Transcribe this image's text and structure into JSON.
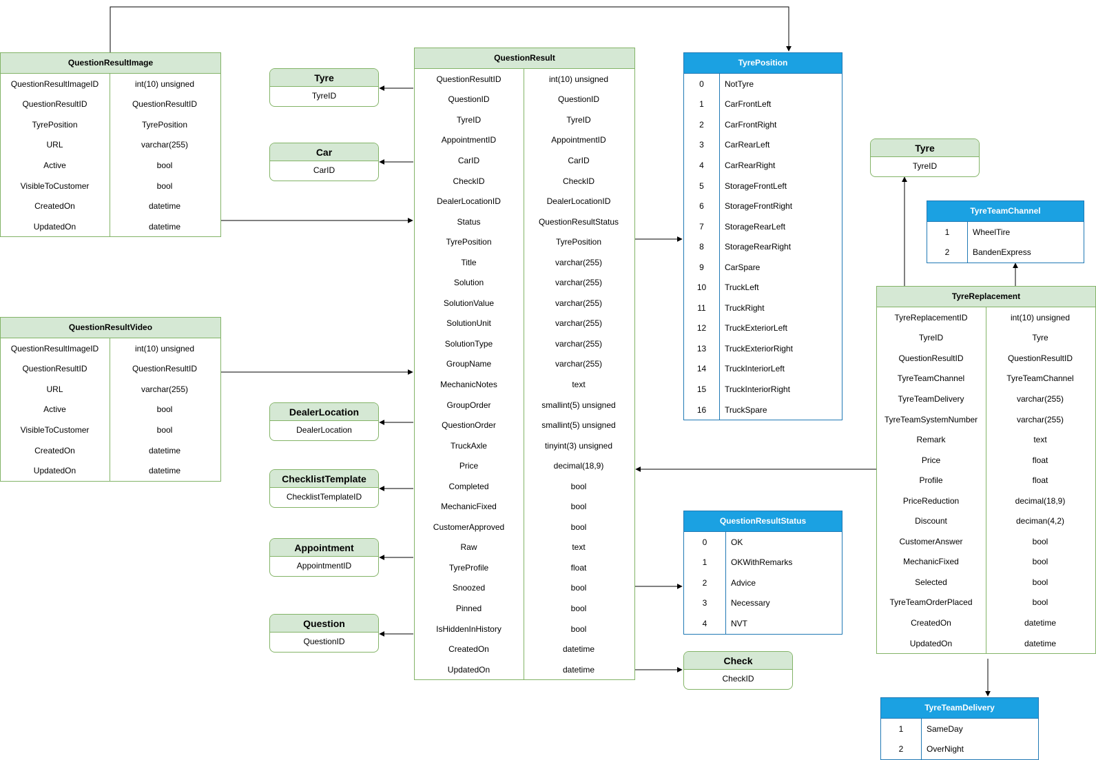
{
  "entities": {
    "question_result_image": {
      "title": "QuestionResultImage",
      "rows": [
        [
          "QuestionResultImageID",
          "int(10) unsigned"
        ],
        [
          "QuestionResultID",
          "QuestionResultID"
        ],
        [
          "TyrePosition",
          "TyrePosition"
        ],
        [
          "URL",
          "varchar(255)"
        ],
        [
          "Active",
          "bool"
        ],
        [
          "VisibleToCustomer",
          "bool"
        ],
        [
          "CreatedOn",
          "datetime"
        ],
        [
          "UpdatedOn",
          "datetime"
        ]
      ]
    },
    "question_result_video": {
      "title": "QuestionResultVideo",
      "rows": [
        [
          "QuestionResultImageID",
          "int(10) unsigned"
        ],
        [
          "QuestionResultID",
          "QuestionResultID"
        ],
        [
          "URL",
          "varchar(255)"
        ],
        [
          "Active",
          "bool"
        ],
        [
          "VisibleToCustomer",
          "bool"
        ],
        [
          "CreatedOn",
          "datetime"
        ],
        [
          "UpdatedOn",
          "datetime"
        ]
      ]
    },
    "question_result": {
      "title": "QuestionResult",
      "rows": [
        [
          "QuestionResultID",
          "int(10) unsigned"
        ],
        [
          "QuestionID",
          "QuestionID"
        ],
        [
          "TyreID",
          "TyreID"
        ],
        [
          "AppointmentID",
          "AppointmentID"
        ],
        [
          "CarID",
          "CarID"
        ],
        [
          "CheckID",
          "CheckID"
        ],
        [
          "DealerLocationID",
          "DealerLocationID"
        ],
        [
          "Status",
          "QuestionResultStatus"
        ],
        [
          "TyrePosition",
          "TyrePosition"
        ],
        [
          "Title",
          "varchar(255)"
        ],
        [
          "Solution",
          "varchar(255)"
        ],
        [
          "SolutionValue",
          "varchar(255)"
        ],
        [
          "SolutionUnit",
          "varchar(255)"
        ],
        [
          "SolutionType",
          "varchar(255)"
        ],
        [
          "GroupName",
          "varchar(255)"
        ],
        [
          "MechanicNotes",
          "text"
        ],
        [
          "GroupOrder",
          "smallint(5) unsigned"
        ],
        [
          "QuestionOrder",
          "smallint(5) unsigned"
        ],
        [
          "TruckAxle",
          "tinyint(3) unsigned"
        ],
        [
          "Price",
          "decimal(18,9)"
        ],
        [
          "Completed",
          "bool"
        ],
        [
          "MechanicFixed",
          "bool"
        ],
        [
          "CustomerApproved",
          "bool"
        ],
        [
          "Raw",
          "text"
        ],
        [
          "TyreProfile",
          "float"
        ],
        [
          "Snoozed",
          "bool"
        ],
        [
          "Pinned",
          "bool"
        ],
        [
          "IsHiddenInHistory",
          "bool"
        ],
        [
          "CreatedOn",
          "datetime"
        ],
        [
          "UpdatedOn",
          "datetime"
        ]
      ]
    },
    "tyre_replacement": {
      "title": "TyreReplacement",
      "rows": [
        [
          "TyreReplacementID",
          "int(10) unsigned"
        ],
        [
          "TyreID",
          "Tyre"
        ],
        [
          "QuestionResultID",
          "QuestionResultID"
        ],
        [
          "TyreTeamChannel",
          "TyreTeamChannel"
        ],
        [
          "TyreTeamDelivery",
          "varchar(255)"
        ],
        [
          "TyreTeamSystemNumber",
          "varchar(255)"
        ],
        [
          "Remark",
          "text"
        ],
        [
          "Price",
          "float"
        ],
        [
          "Profile",
          "float"
        ],
        [
          "PriceReduction",
          "decimal(18,9)"
        ],
        [
          "Discount",
          "deciman(4,2)"
        ],
        [
          "CustomerAnswer",
          "bool"
        ],
        [
          "MechanicFixed",
          "bool"
        ],
        [
          "Selected",
          "bool"
        ],
        [
          "TyreTeamOrderPlaced",
          "bool"
        ],
        [
          "CreatedOn",
          "datetime"
        ],
        [
          "UpdatedOn",
          "datetime"
        ]
      ]
    }
  },
  "refs": {
    "tyre_left": {
      "title": "Tyre",
      "field": "TyreID"
    },
    "car": {
      "title": "Car",
      "field": "CarID"
    },
    "dealer_location": {
      "title": "DealerLocation",
      "field": "DealerLocation"
    },
    "checklist_template": {
      "title": "ChecklistTemplate",
      "field": "ChecklistTemplateID"
    },
    "appointment": {
      "title": "Appointment",
      "field": "AppointmentID"
    },
    "question": {
      "title": "Question",
      "field": "QuestionID"
    },
    "check": {
      "title": "Check",
      "field": "CheckID"
    },
    "tyre_right": {
      "title": "Tyre",
      "field": "TyreID"
    }
  },
  "enums": {
    "tyre_position": {
      "title": "TyrePosition",
      "rows": [
        [
          "0",
          "NotTyre"
        ],
        [
          "1",
          "CarFrontLeft"
        ],
        [
          "2",
          "CarFrontRight"
        ],
        [
          "3",
          "CarRearLeft"
        ],
        [
          "4",
          "CarRearRight"
        ],
        [
          "5",
          "StorageFrontLeft"
        ],
        [
          "6",
          "StorageFrontRight"
        ],
        [
          "7",
          "StorageRearLeft"
        ],
        [
          "8",
          "StorageRearRight"
        ],
        [
          "9",
          "CarSpare"
        ],
        [
          "10",
          "TruckLeft"
        ],
        [
          "11",
          "TruckRight"
        ],
        [
          "12",
          "TruckExteriorLeft"
        ],
        [
          "13",
          "TruckExteriorRight"
        ],
        [
          "14",
          "TruckInteriorLeft"
        ],
        [
          "15",
          "TruckInteriorRight"
        ],
        [
          "16",
          "TruckSpare"
        ]
      ]
    },
    "question_result_status": {
      "title": "QuestionResultStatus",
      "rows": [
        [
          "0",
          "OK"
        ],
        [
          "1",
          "OKWithRemarks"
        ],
        [
          "2",
          "Advice"
        ],
        [
          "3",
          "Necessary"
        ],
        [
          "4",
          "NVT"
        ]
      ]
    },
    "tyre_team_channel": {
      "title": "TyreTeamChannel",
      "rows": [
        [
          "1",
          "WheelTire"
        ],
        [
          "2",
          "BandenExpress"
        ]
      ]
    },
    "tyre_team_delivery": {
      "title": "TyreTeamDelivery",
      "rows": [
        [
          "1",
          "SameDay"
        ],
        [
          "2",
          "OverNight"
        ]
      ]
    }
  },
  "colors": {
    "entity_header": "#d5e8d4",
    "entity_border": "#82b366",
    "enum_header": "#1ba1e2",
    "enum_border": "#1f78b4",
    "connector": "#000000"
  }
}
